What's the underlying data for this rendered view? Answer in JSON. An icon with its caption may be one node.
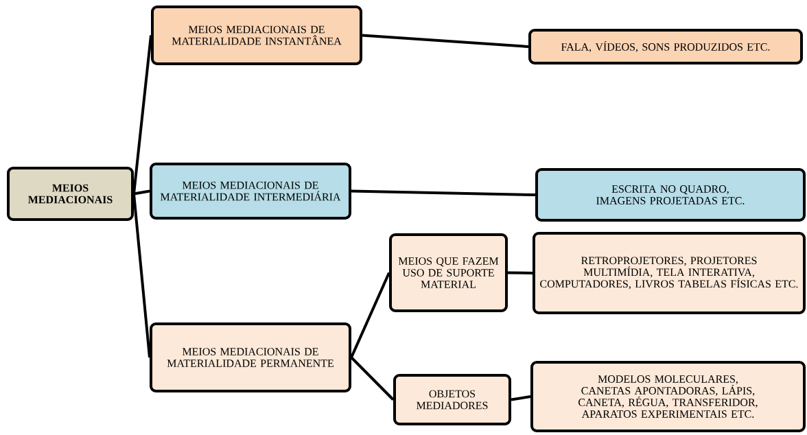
{
  "diagram": {
    "nodes": [
      {
        "text": [
          "MEIOS MEDIACIONAIS"
        ]
      },
      {
        "text": [
          "MEIOS MEDIACIONAIS DE MATERIALIDADE INSTANTÂNEA"
        ]
      },
      {
        "text": [
          "FALA, VÍDEOS, SONS PRODUZIDOS ETC."
        ]
      },
      {
        "text": [
          "MEIOS MEDIACIONAIS DE MATERIALIDADE INTERMEDIÁRIA"
        ]
      },
      {
        "text": [
          "ESCRITA NO QUADRO, IMAGENS PROJETADAS ETC."
        ]
      },
      {
        "text": [
          "MEIOS MEDIACIONAIS DE MATERIALIDADE PERMANENTE"
        ]
      },
      {
        "text": [
          "MEIOS QUE FAZEM USO DE SUPORTE MATERIAL"
        ]
      },
      {
        "text": [
          "RETROPROJETORES, PROJETORES MULTIMÍDIA, TELA INTERATIVA, COMPUTADORES, LIVROS TABELAS FÍSICAS ETC."
        ]
      },
      {
        "text": [
          "OBJETOS MEDIADORES"
        ]
      },
      {
        "text": [
          "MODELOS MOLECULARES, CANETAS APONTADORAS, LÁPIS, CANETA, RÉGUA, TRANSFERIDOR, APARATOS EXPERIMENTAIS ETC."
        ]
      }
    ],
    "edges": [
      {
        "from": 0,
        "to": 1,
        "arrow": "none"
      },
      {
        "from": 0,
        "to": 3,
        "arrow": "none"
      },
      {
        "from": 0,
        "to": 5,
        "arrow": "none"
      },
      {
        "from": 1,
        "to": 2,
        "arrow": "none"
      },
      {
        "from": 3,
        "to": 4,
        "arrow": "none"
      },
      {
        "from": 5,
        "to": 6,
        "arrow": "none"
      },
      {
        "from": 5,
        "to": 8,
        "arrow": "none"
      },
      {
        "from": 6,
        "to": 7,
        "arrow": "none"
      },
      {
        "from": 8,
        "to": 9,
        "arrow": "none"
      }
    ]
  }
}
